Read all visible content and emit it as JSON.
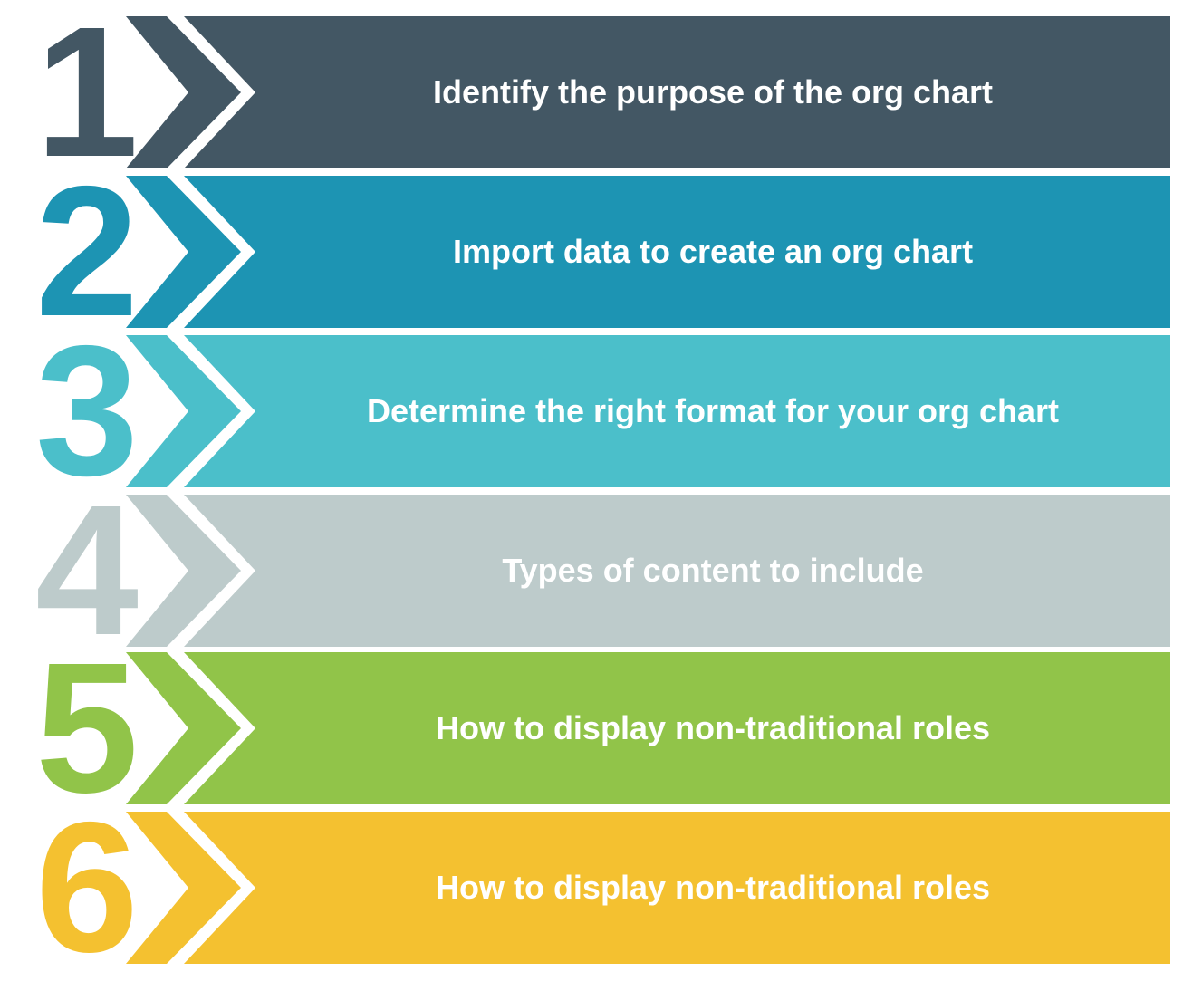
{
  "steps": [
    {
      "number": "1",
      "label": "Identify the purpose of the org chart",
      "color": "#435764"
    },
    {
      "number": "2",
      "label": "Import data to create an org chart",
      "color": "#1d94b3"
    },
    {
      "number": "3",
      "label": "Determine the right format for your org chart",
      "color": "#4bbfca"
    },
    {
      "number": "4",
      "label": "Types of content to include",
      "color": "#bdcbcb"
    },
    {
      "number": "5",
      "label": "How to display non-traditional roles",
      "color": "#91c449"
    },
    {
      "number": "6",
      "label": "How to display non-traditional roles",
      "color": "#f4c130"
    }
  ]
}
